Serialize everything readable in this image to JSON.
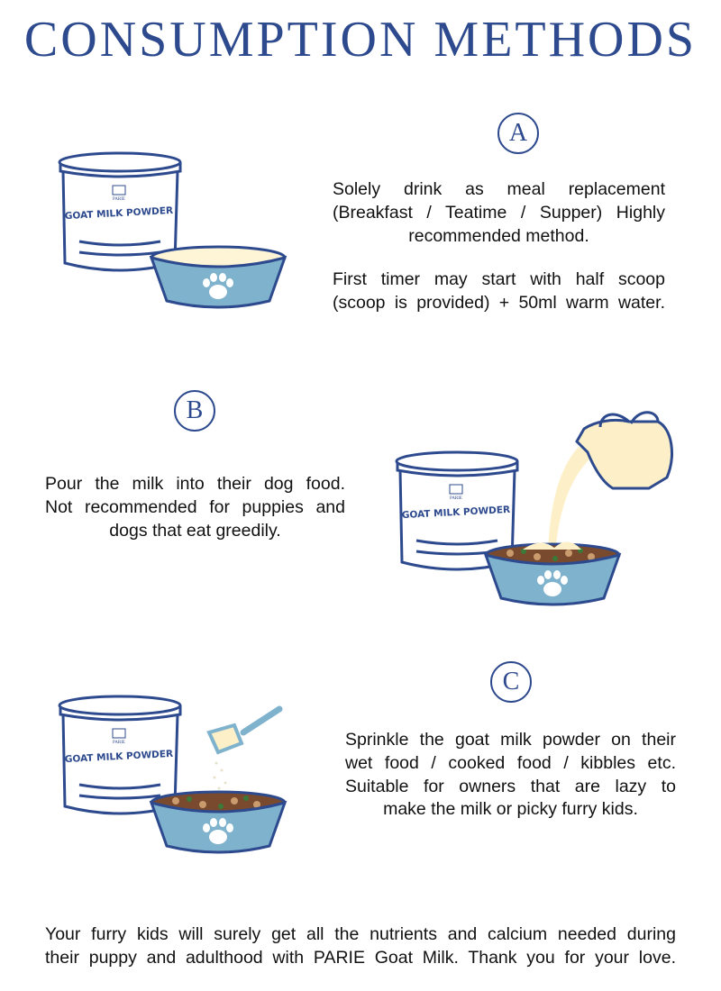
{
  "title": "CONSUMPTION METHODS",
  "colors": {
    "brand_blue": "#2e4a8e",
    "bowl": "#7fb2cc",
    "milk": "#fdf5d6"
  },
  "product_label": {
    "brand": "PARIE",
    "name": "GOAT MILK POWDER"
  },
  "methods": [
    {
      "badge": "A",
      "paragraphs": [
        [
          "Solely drink as meal replacement",
          "(Breakfast / Teatime / Supper) Highly",
          "recommended method."
        ],
        [
          "First timer may start with half scoop",
          "(scoop is provided) + 50ml warm water."
        ]
      ]
    },
    {
      "badge": "B",
      "paragraphs": [
        [
          "Pour the milk into their dog food.",
          "Not recommended for puppies and",
          "dogs that eat greedily."
        ]
      ]
    },
    {
      "badge": "C",
      "paragraphs": [
        [
          "Sprinkle the goat milk powder on their",
          "wet food / cooked food / kibbles etc.",
          "Suitable for owners that are lazy to",
          "make the milk or picky furry kids."
        ]
      ]
    }
  ],
  "footer": [
    "Your furry kids will surely get all the nutrients and calcium needed during",
    "their puppy and adulthood with PARIE Goat Milk. Thank you for your love."
  ]
}
